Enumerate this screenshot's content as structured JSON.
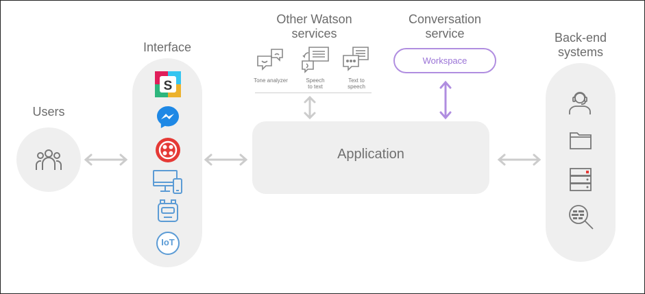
{
  "users": {
    "label": "Users"
  },
  "interface": {
    "label": "Interface",
    "icons": [
      "slack-icon",
      "messenger-icon",
      "twilio-icon",
      "desktop-mobile-icon",
      "robot-icon",
      "iot-icon"
    ],
    "iot_text": "IoT"
  },
  "watson": {
    "label_line1": "Other Watson",
    "label_line2": "services",
    "tone_analyzer": "Tone analyzer",
    "speech_to_text_line1": "Speech",
    "speech_to_text_line2": "to text",
    "text_to_speech_line1": "Text to",
    "text_to_speech_line2": "speech"
  },
  "conversation": {
    "label_line1": "Conversation",
    "label_line2": "service",
    "workspace": "Workspace"
  },
  "application": {
    "label": "Application"
  },
  "backend": {
    "label_line1": "Back-end",
    "label_line2": "systems",
    "icons": [
      "support-agent-icon",
      "folder-icon",
      "server-icon",
      "data-search-icon"
    ]
  },
  "colors": {
    "panel": "#efefef",
    "arrow": "#cccccc",
    "accent_purple": "#b08de0",
    "icon_gray": "#777777",
    "slack": [
      "#e01e5a",
      "#36c5f0",
      "#2eb67d",
      "#ecb22e"
    ],
    "messenger": "#1e88e5",
    "twilio": "#e53935",
    "blue_outline": "#5b9bd5"
  }
}
